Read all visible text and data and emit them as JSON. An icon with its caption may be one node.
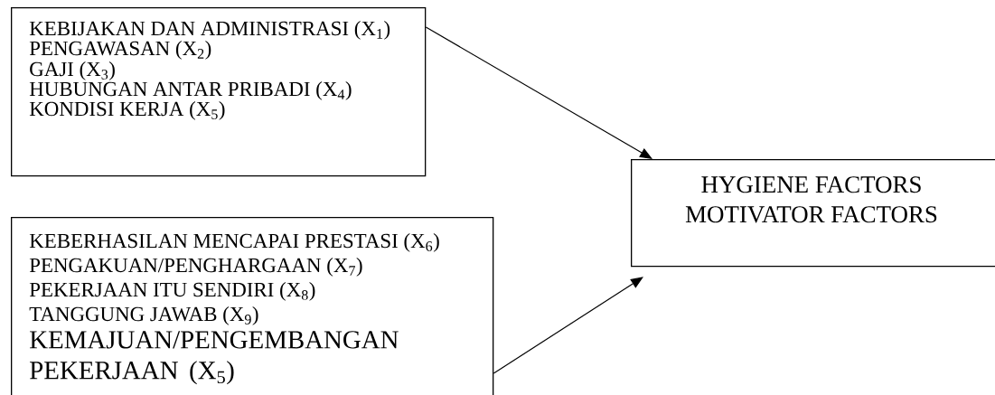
{
  "diagram": {
    "nodes": [
      {
        "text": [
          "KEBIJAKAN DAN ADMINISTRASI (X$_{1}$)",
          "PENGAWASAN (X$_{2}$)",
          "GAJI (X$_{3}$)",
          "HUBUNGAN ANTAR PRIBADI (X$_{4}$)",
          "KONDISI KERJA (X$_{5}$)"
        ]
      },
      {
        "text": [
          "KEBERHASILAN MENCAPAI PRESTASI (X$_{6}$)",
          "PENGAKUAN/PENGHARGAAN (X$_{7}$)",
          "PEKERJAAN ITU SENDIRI (X$_{8}$)",
          "TANGGUNG JAWAB (X$_{9}$)",
          "KEMAJUAN/PENGEMBANGAN PEKERJAAN (X$_{5}$)"
        ]
      },
      {
        "text": [
          "HYGIENE FACTORS",
          "MOTIVATOR FACTORS"
        ]
      }
    ],
    "edges": [
      {
        "from": 0,
        "to": 2,
        "arrow": "to"
      },
      {
        "from": 1,
        "to": 2,
        "arrow": "to"
      }
    ]
  }
}
